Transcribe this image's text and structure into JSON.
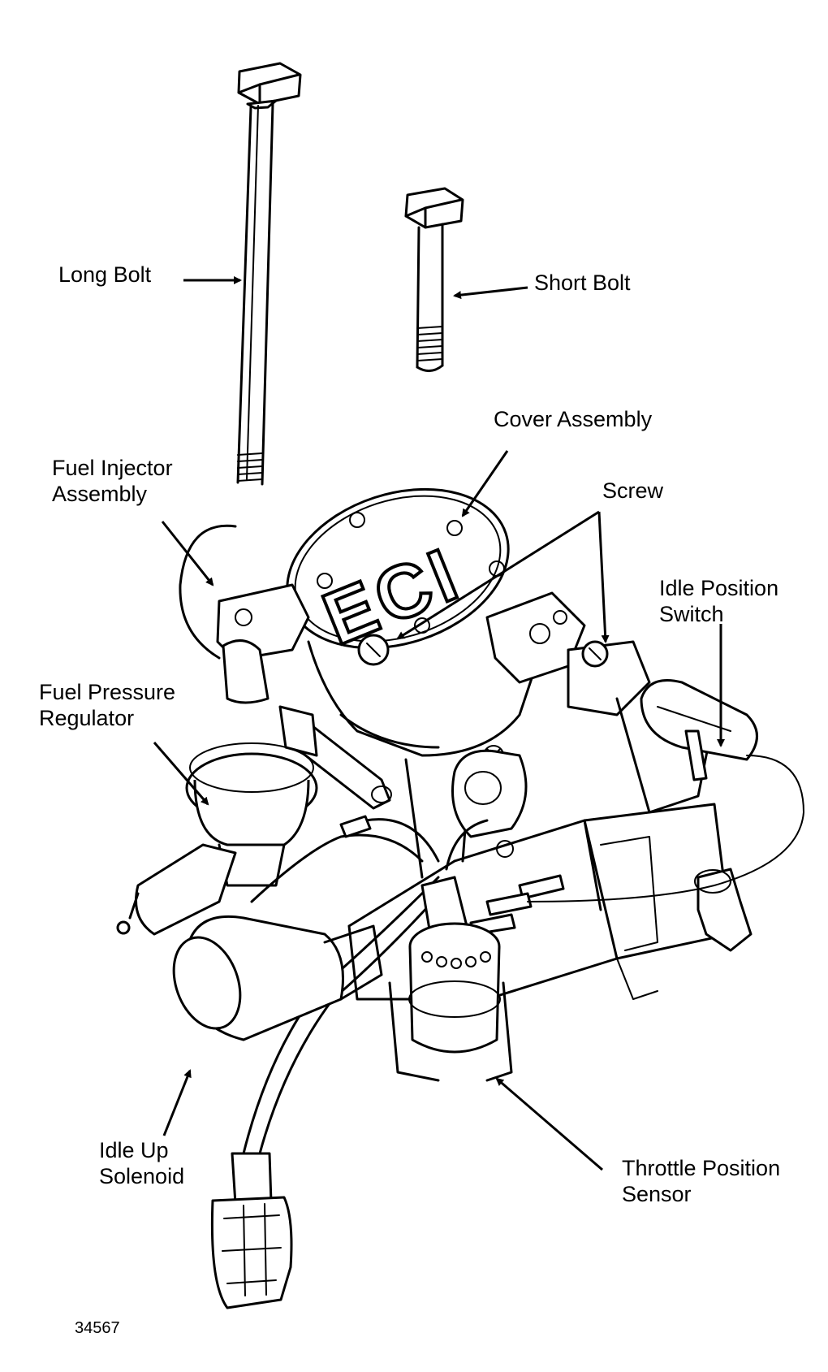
{
  "labels": {
    "long_bolt": "Long Bolt",
    "short_bolt": "Short Bolt",
    "cover_assembly": "Cover Assembly",
    "fuel_injector_1": "Fuel Injector",
    "fuel_injector_2": "Assembly",
    "screw": "Screw",
    "idle_position_1": "Idle Position",
    "idle_position_2": "Switch",
    "fuel_pressure_1": "Fuel Pressure",
    "fuel_pressure_2": "Regulator",
    "idle_up_1": "Idle Up",
    "idle_up_2": "Solenoid",
    "throttle_1": "Throttle Position",
    "throttle_2": "Sensor"
  },
  "cover_text": "ECI",
  "figure_number": "34567"
}
